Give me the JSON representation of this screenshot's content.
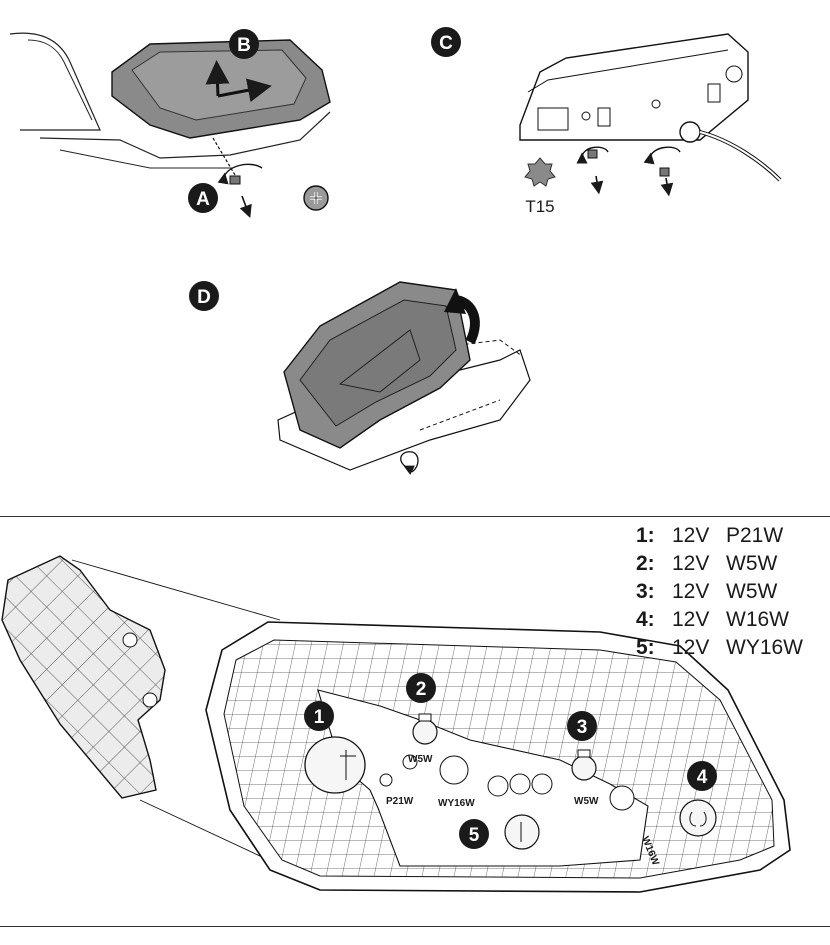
{
  "steps": {
    "a": "A",
    "b": "B",
    "c": "C",
    "d": "D"
  },
  "tool_label": "T15",
  "bulb_positions": [
    {
      "num": "1",
      "code": "P21W"
    },
    {
      "num": "2",
      "code": "W5W"
    },
    {
      "num": "3",
      "code": "W5W"
    },
    {
      "num": "4",
      "code": "W16W"
    },
    {
      "num": "5",
      "code": "WY16W"
    }
  ],
  "bulb_specs": [
    {
      "num": "1:",
      "voltage": "12V",
      "bulb": "P21W"
    },
    {
      "num": "2:",
      "voltage": "12V",
      "bulb": "W5W"
    },
    {
      "num": "3:",
      "voltage": "12V",
      "bulb": "W5W"
    },
    {
      "num": "4:",
      "voltage": "12V",
      "bulb": "W16W"
    },
    {
      "num": "5:",
      "voltage": "12V",
      "bulb": "WY16W"
    }
  ],
  "colors": {
    "ink": "#1a1a1a",
    "lens_grey": "#8a8a8a",
    "lens_grey_dark": "#6e6e6e",
    "hatch_bg": "#ececec"
  }
}
